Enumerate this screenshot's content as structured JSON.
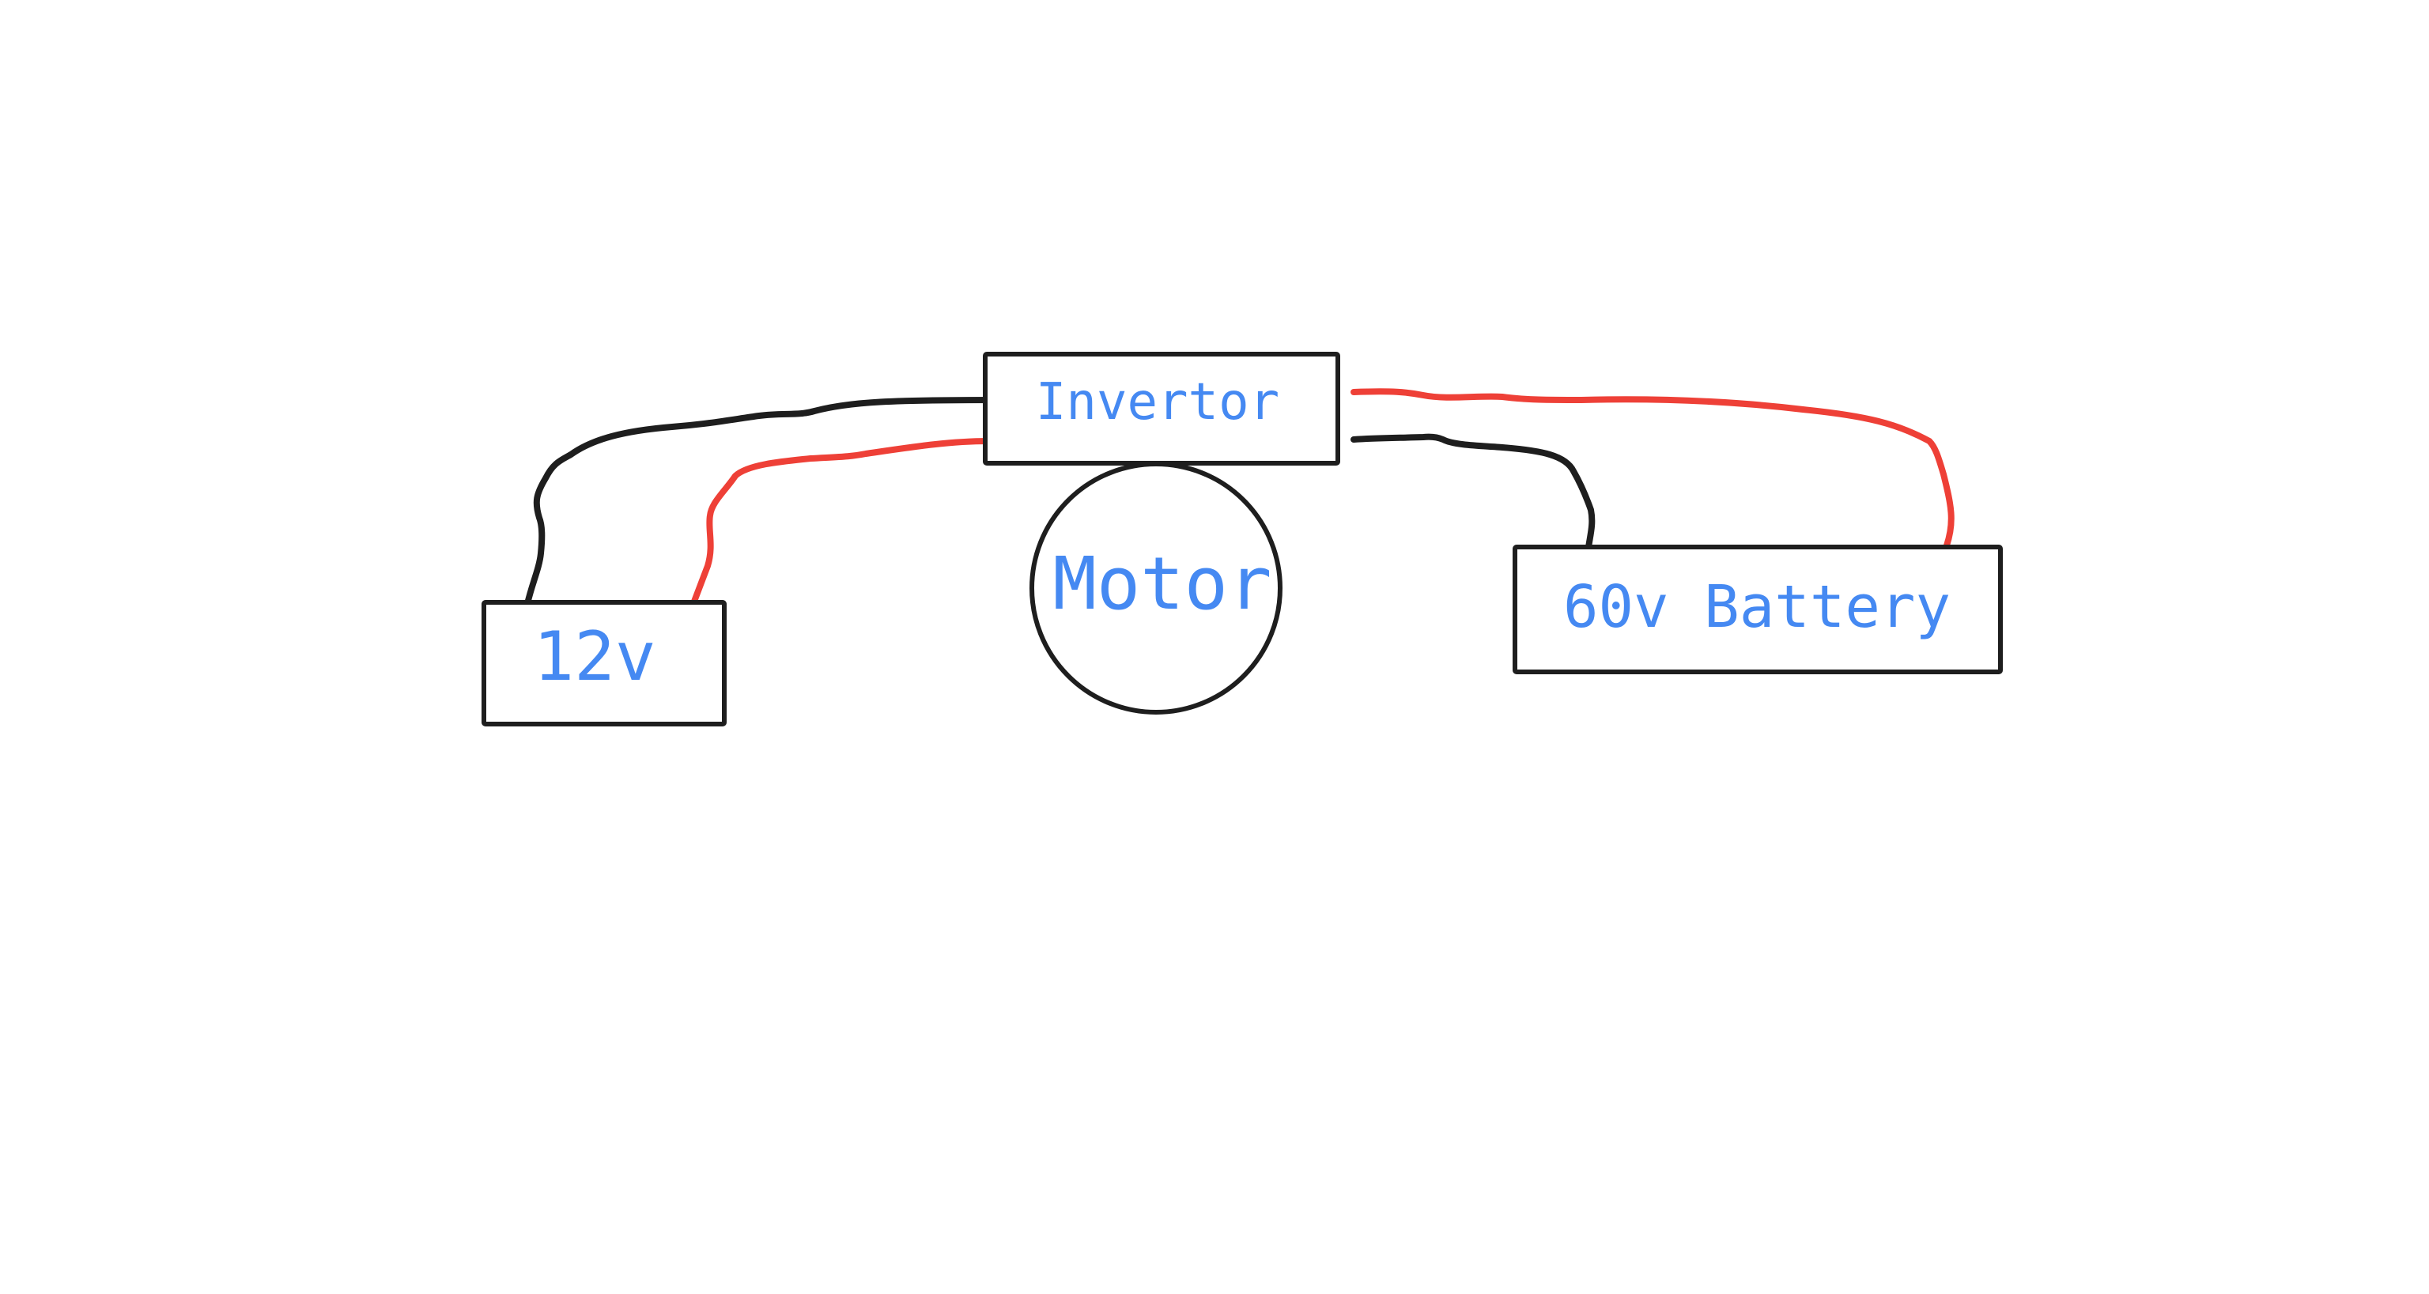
{
  "diagram": {
    "title": "Motor wiring sketch",
    "colors": {
      "label": "#4589f2",
      "outline": "#1e1e1e",
      "negative_wire": "#1e1e1e",
      "positive_wire": "#ee4037",
      "background": "#ffffff"
    },
    "nodes": {
      "battery12": {
        "label": "12v",
        "shape": "rectangle"
      },
      "invertor": {
        "label": "Invertor",
        "shape": "rectangle"
      },
      "motor": {
        "label": "Motor",
        "shape": "circle"
      },
      "battery60": {
        "label": "60v Battery",
        "shape": "rectangle"
      }
    },
    "connections": [
      {
        "id": "w1",
        "from": "battery12",
        "to": "invertor",
        "color": "black",
        "polarity": "negative"
      },
      {
        "id": "w2",
        "from": "battery12",
        "to": "invertor",
        "color": "red",
        "polarity": "positive"
      },
      {
        "id": "w3",
        "from": "invertor",
        "to": "battery60",
        "color": "red",
        "polarity": "positive"
      },
      {
        "id": "w4",
        "from": "invertor",
        "to": "battery60",
        "color": "black",
        "polarity": "negative"
      },
      {
        "id": "w5",
        "from": "invertor",
        "to": "motor",
        "color": "black",
        "polarity": "attached"
      }
    ]
  }
}
